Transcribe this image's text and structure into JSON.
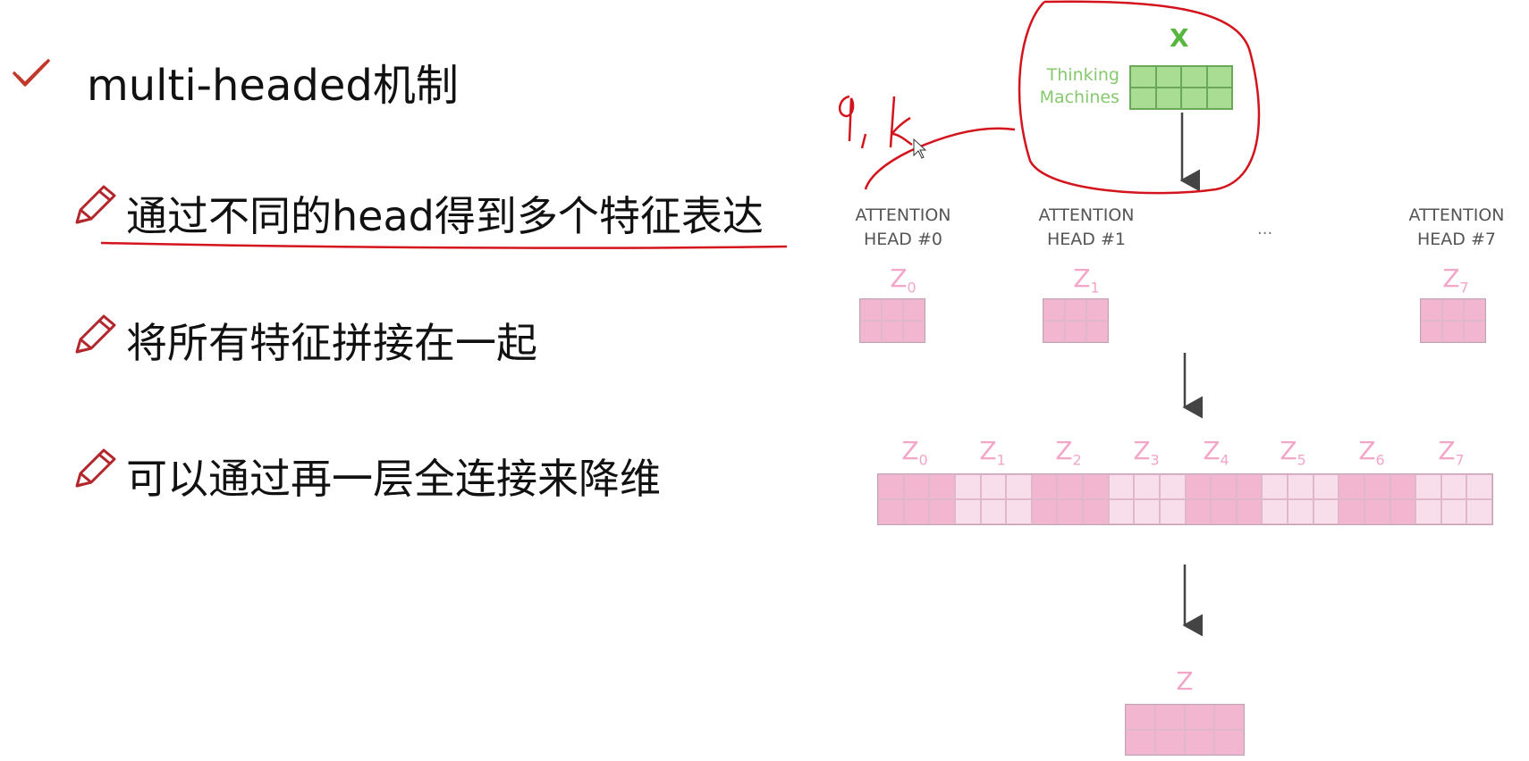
{
  "slide": {
    "title": "multi-headed机制",
    "bullets": [
      "通过不同的head得到多个特征表达",
      "将所有特征拼接在一起",
      "可以通过再一层全连接来降维"
    ]
  },
  "diagram": {
    "input_label": "X",
    "input_words": [
      "Thinking",
      "Machines"
    ],
    "heads": [
      {
        "line1": "ATTENTION",
        "line2": "HEAD #0",
        "z": "Z",
        "sub": "0"
      },
      {
        "line1": "ATTENTION",
        "line2": "HEAD #1",
        "z": "Z",
        "sub": "1"
      },
      {
        "line1": "ATTENTION",
        "line2": "HEAD #7",
        "z": "Z",
        "sub": "7"
      }
    ],
    "ellipsis": "...",
    "concat_labels": [
      "0",
      "1",
      "2",
      "3",
      "4",
      "5",
      "6",
      "7"
    ],
    "output_label": "Z"
  },
  "annotation": {
    "handwritten": "q, k"
  },
  "colors": {
    "pink": "#f2b6d1",
    "light_pink": "#f7deea",
    "green": "#a9dd93",
    "annotation_red": "#d4141c",
    "check_red": "#c0392b"
  }
}
